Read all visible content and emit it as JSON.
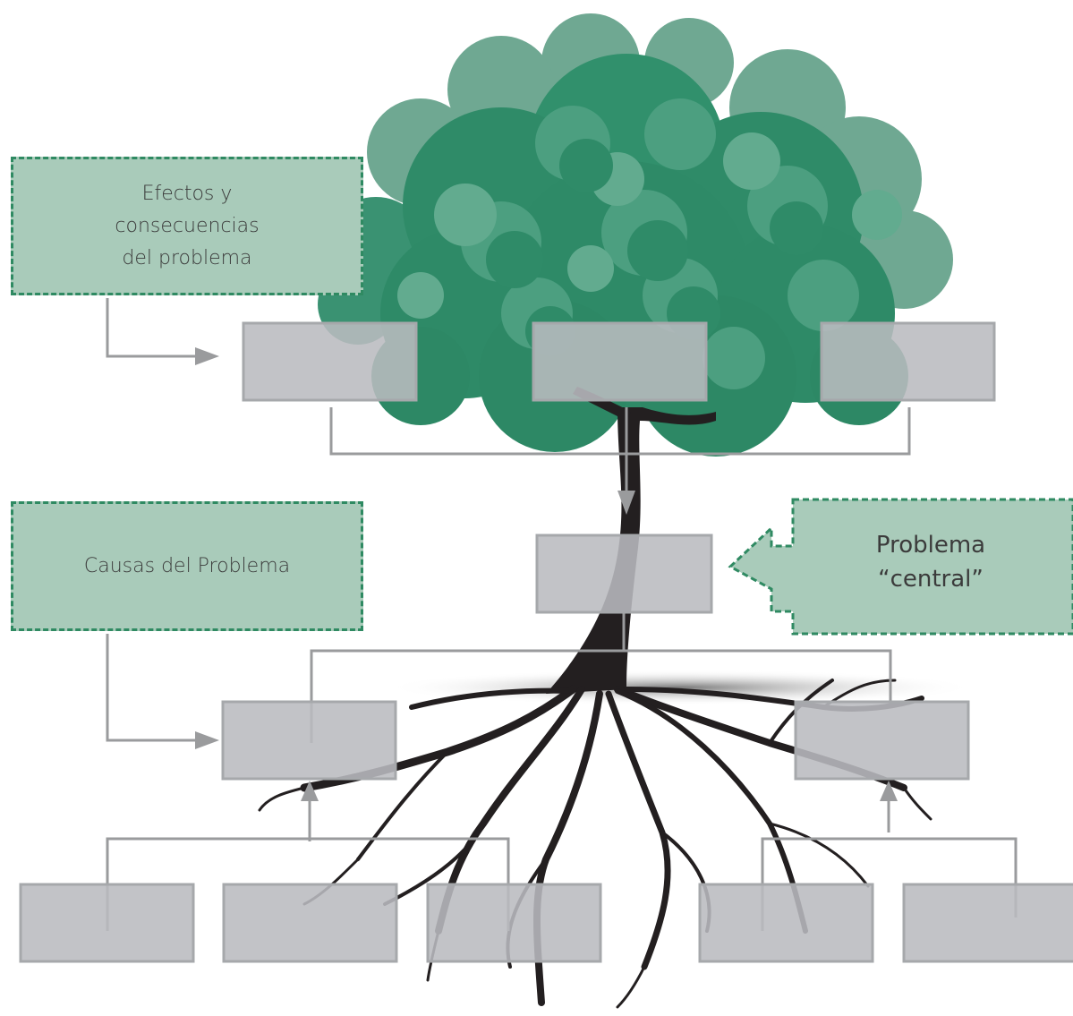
{
  "labels": {
    "effects": "Efectos y\nconsecuencias\ndel problema",
    "causes": "Causas del Problema",
    "central": "Problema\n“central”"
  },
  "colors": {
    "label_fill": "#a9cbba",
    "label_border": "#2f8a62",
    "slot_fill": "#b9bbbf",
    "connector": "#9a9b9d",
    "foliage_dark": "#2f8a68",
    "foliage_light": "#6fa892",
    "trunk": "#231f20"
  },
  "icons": {
    "tree": "tree-illustration",
    "arrow": "arrow-icon"
  }
}
